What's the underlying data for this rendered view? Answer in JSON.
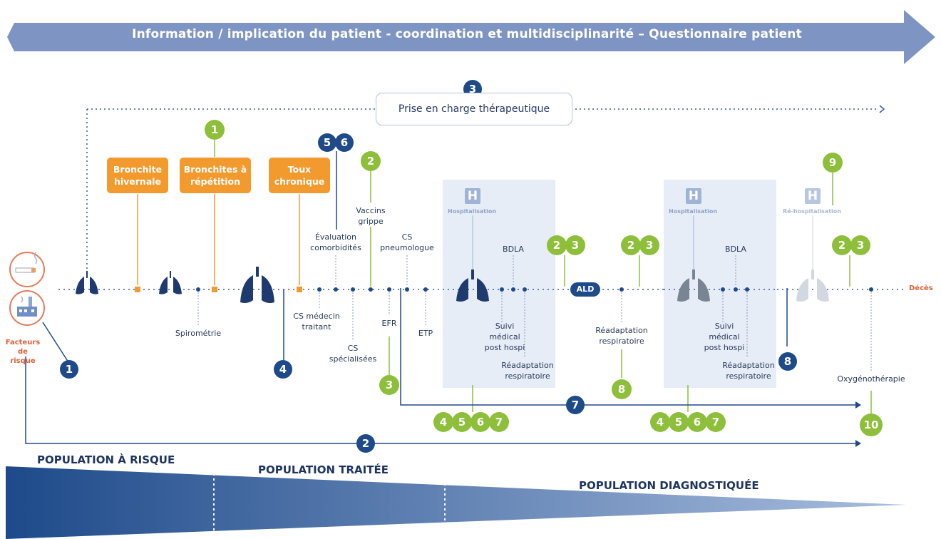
{
  "banner": "Information / implication du patient - coordination et multidisciplinarité – Questionnaire patient",
  "prise_en_charge": "Prise en charge thérapeutique",
  "orange_boxes": [
    "Bronchite hivernale",
    "Bronchites à répétition",
    "Toux chronique"
  ],
  "labels": {
    "spirometrie": "Spirométrie",
    "cs_medecin": "CS médecin traitant",
    "evaluation": "Évaluation comorbidités",
    "cs_specialisees": "CS spécialisées",
    "vaccins": "Vaccins grippe",
    "efr": "EFR",
    "cs_pneumo": "CS pneumologue",
    "etp": "ETP",
    "bdla1": "BDLA",
    "suivi1": "Suivi médical post hospi",
    "readapt1": "Réadaptation respiratoire",
    "readapt_resp": "Réadaptation respiratoire",
    "bdla2": "BDLA",
    "suivi2": "Suivi médical post hospi",
    "readapt2": "Réadaptation respiratoire",
    "oxygeno": "Oxygénothérapie"
  },
  "hospital": {
    "icon_letter": "H",
    "hosp1": "Hospitalisation",
    "hosp2": "Hospitalisation",
    "rehosp": "Ré-hospitalisation"
  },
  "ald": "ALD",
  "deces": "Décès",
  "facteurs": "Facteurs de risque",
  "numbers_blue": {
    "n1": "1",
    "n2": "2",
    "n3": "3",
    "n4": "4",
    "n5": "5",
    "n6": "6",
    "n7": "7",
    "n8": "8"
  },
  "numbers_green": {
    "g1": "1",
    "g2": "2",
    "g3": "3",
    "g8": "8",
    "g9": "9",
    "g10": "10",
    "pair_a": [
      "2",
      "3"
    ],
    "pair_b": [
      "2",
      "3"
    ],
    "pair_c": [
      "2",
      "3"
    ],
    "group1": [
      "4",
      "5",
      "6",
      "7"
    ],
    "group2": [
      "4",
      "5",
      "6",
      "7"
    ]
  },
  "populations": [
    "POPULATION À RISQUE",
    "POPULATION TRAITÉE",
    "POPULATION DIAGNOSTIQUÉE"
  ],
  "colors": {
    "navy": "#1e4a8a",
    "green": "#8dbf3a",
    "orange": "#f29a2e",
    "banner": "#7e95c3",
    "red": "#e2603a"
  },
  "icons": [
    "cigarette-icon",
    "factory-icon",
    "lungs-icon",
    "hospital-icon",
    "arrow-icon"
  ]
}
